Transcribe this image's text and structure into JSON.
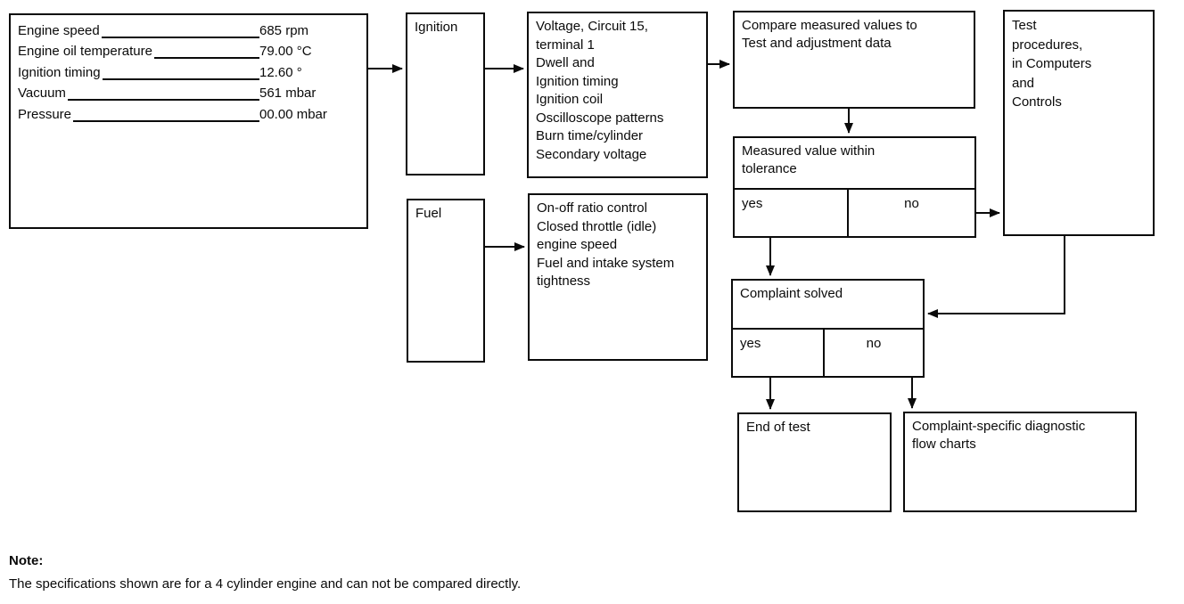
{
  "diagram": {
    "params_box": {
      "rows": [
        {
          "label": "Engine speed",
          "value": "685 rpm"
        },
        {
          "label": "Engine oil temperature",
          "value": "79.00 °C"
        },
        {
          "label": "Ignition timing",
          "value": "12.60 °"
        },
        {
          "label": "Vacuum",
          "value": "561 mbar"
        },
        {
          "label": "Pressure",
          "value": "00.00 mbar"
        }
      ]
    },
    "ignition_box": {
      "label": "Ignition"
    },
    "fuel_box": {
      "label": "Fuel"
    },
    "ignition_detail_box": {
      "text": "Voltage, Circuit 15,\nterminal 1\nDwell and\nIgnition timing\nIgnition coil\nOscilloscope patterns\nBurn time/cylinder\nSecondary voltage"
    },
    "fuel_detail_box": {
      "text": "On-off ratio control\nClosed throttle (idle)\nengine speed\nFuel and intake system\ntightness"
    },
    "compare_box": {
      "text": "Compare measured values to\nTest and adjustment data"
    },
    "tolerance_box": {
      "title": "Measured value within\ntolerance",
      "yes_label": "yes",
      "no_label": "no"
    },
    "test_procedures_box": {
      "text": "Test\nprocedures,\nin Computers\nand\nControls"
    },
    "complaint_box": {
      "title": "Complaint solved",
      "yes_label": "yes",
      "no_label": "no"
    },
    "end_box": {
      "text": "End of test"
    },
    "charts_box": {
      "text": "Complaint-specific diagnostic\nflow charts"
    }
  },
  "note": {
    "heading": "Note:",
    "body": "The specifications shown are for a 4 cylinder engine and can not be compared directly."
  },
  "colors": {
    "ink": "#0a0a0a",
    "background": "#ffffff"
  }
}
